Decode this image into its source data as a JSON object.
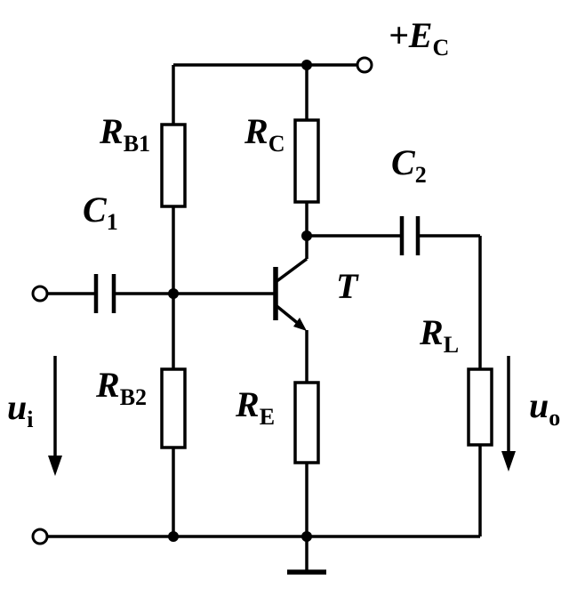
{
  "labels": {
    "supply": {
      "main": "+E",
      "sub": "C"
    },
    "rb1": {
      "main": "R",
      "sub": "B1"
    },
    "rc": {
      "main": "R",
      "sub": "C"
    },
    "c1": {
      "main": "C",
      "sub": "1"
    },
    "c2": {
      "main": "C",
      "sub": "2"
    },
    "rb2": {
      "main": "R",
      "sub": "B2"
    },
    "re": {
      "main": "R",
      "sub": "E"
    },
    "rl": {
      "main": "R",
      "sub": "L"
    },
    "transistor": {
      "main": "T",
      "sub": ""
    },
    "ui": {
      "main": "u",
      "sub": "i"
    },
    "uo": {
      "main": "u",
      "sub": "o"
    }
  },
  "colors": {
    "wire": "#000000",
    "highlight_resistor": "#f5380f",
    "background": "#ffffff"
  }
}
